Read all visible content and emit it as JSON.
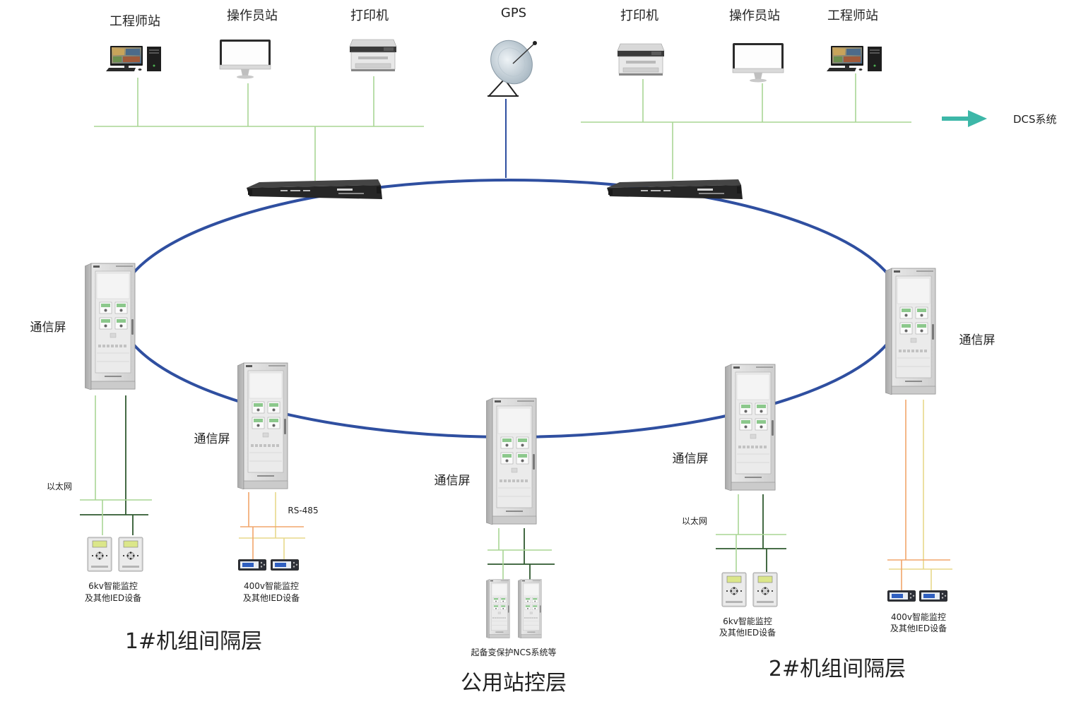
{
  "station_level_left": {
    "engineer_station": "工程师站",
    "operator_station": "操作员站",
    "printer": "打印机"
  },
  "gps": {
    "label": "GPS"
  },
  "station_level_right": {
    "printer": "打印机",
    "operator_station": "操作员站",
    "engineer_station": "工程师站"
  },
  "dcs": {
    "label": "DCS系统"
  },
  "comm_screens": [
    {
      "label": "通信屏"
    },
    {
      "label": "通信屏"
    },
    {
      "label": "通信屏"
    },
    {
      "label": "通信屏"
    },
    {
      "label": "通信屏"
    }
  ],
  "bus_labels": {
    "ethernet_left": "以太网",
    "rs485": "RS-485",
    "ethernet_right": "以太网"
  },
  "field_devices": [
    {
      "lines": [
        "6kv智能监控",
        "及其他IED设备"
      ]
    },
    {
      "lines": [
        "400v智能监控",
        "及其他IED设备"
      ]
    },
    {
      "lines": [
        "起备变保护NCS系统等"
      ]
    },
    {
      "lines": [
        "6kv智能监控",
        "及其他IED设备"
      ]
    },
    {
      "lines": [
        "400v智能监控",
        "及其他IED设备"
      ]
    }
  ],
  "layers": {
    "unit1_bay": "1#机组间隔层",
    "common_station": "公用站控层",
    "unit2_bay": "2#机组间隔层"
  },
  "colors": {
    "ring": "#2f4fa0",
    "lan": "#a8d694",
    "ethernet_dark": "#2f5a2f",
    "rs485_orange": "#f2a56b",
    "rs485_yellow": "#e8d98a",
    "dcs_arrow": "#3db7a8"
  }
}
